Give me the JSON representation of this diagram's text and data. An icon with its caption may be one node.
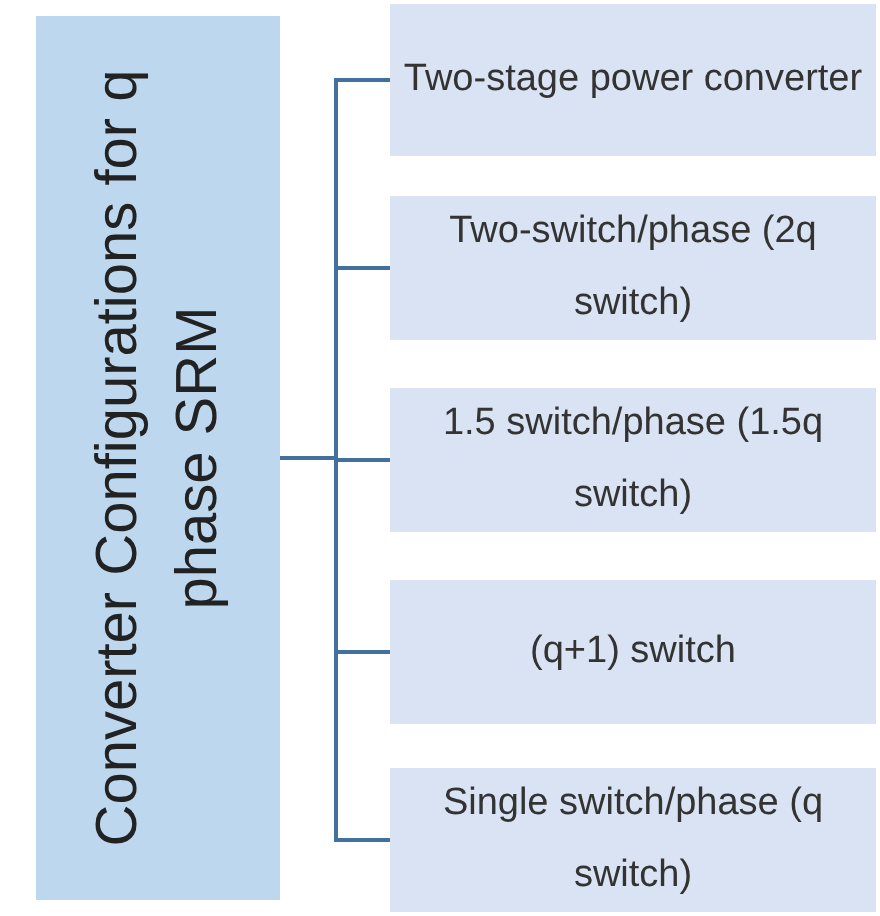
{
  "diagram": {
    "nodes": [
      {
        "text": [
          "Converter Configurations for q phase SRM"
        ]
      },
      {
        "text": [
          "Two-stage power converter"
        ]
      },
      {
        "text": [
          "Two-switch/phase (2q switch)"
        ]
      },
      {
        "text": [
          "1.5 switch/phase (1.5q switch)"
        ]
      },
      {
        "text": [
          "(q+1) switch"
        ]
      },
      {
        "text": [
          "Single switch/phase (q switch)"
        ]
      }
    ],
    "edges": [
      {
        "from": 0,
        "to": 1,
        "arrow": "none"
      },
      {
        "from": 0,
        "to": 2,
        "arrow": "none"
      },
      {
        "from": 0,
        "to": 3,
        "arrow": "none"
      },
      {
        "from": 0,
        "to": 4,
        "arrow": "none"
      },
      {
        "from": 0,
        "to": 5,
        "arrow": "none"
      }
    ]
  }
}
